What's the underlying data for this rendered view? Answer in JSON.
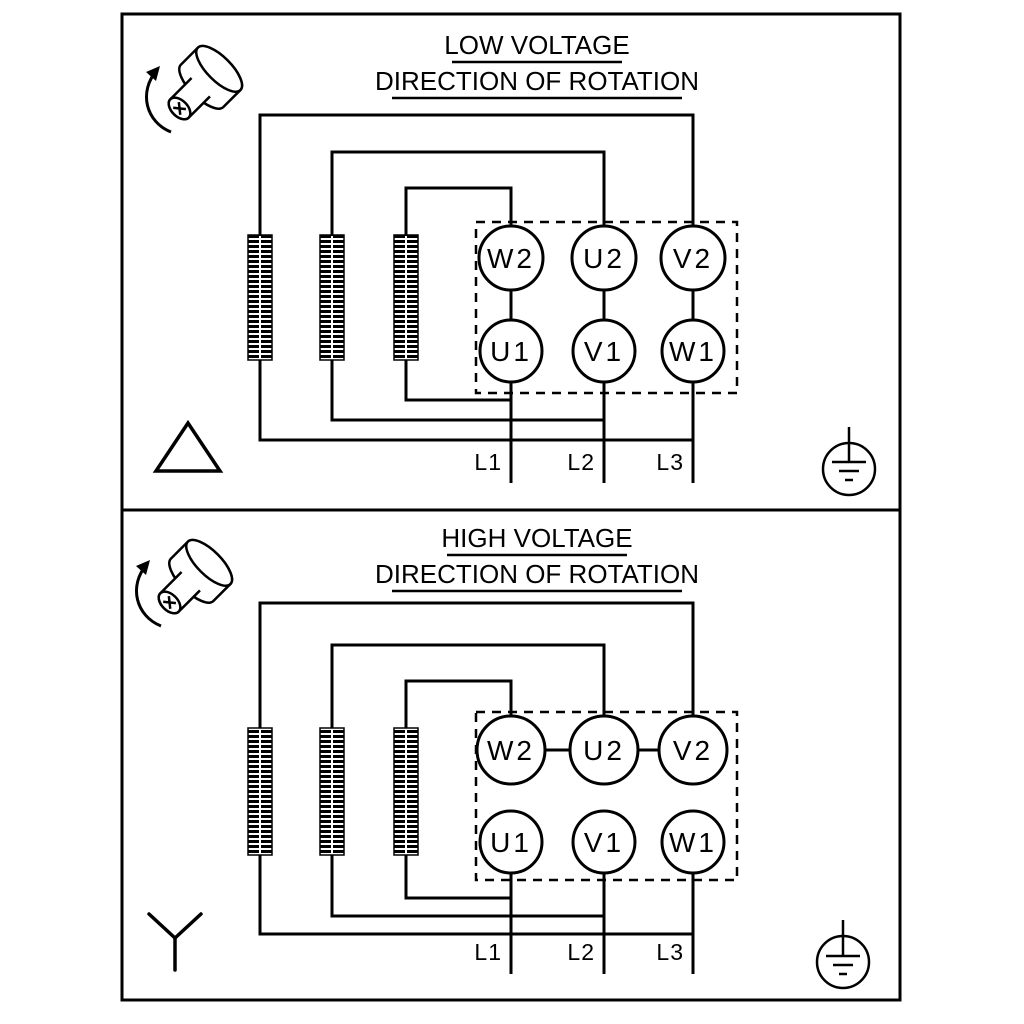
{
  "panels": [
    {
      "title": "LOW VOLTAGE",
      "subtitle": "DIRECTION OF ROTATION",
      "connection_symbol": "delta",
      "terminals_top": [
        "W2",
        "U2",
        "V2"
      ],
      "terminals_bottom": [
        "U1",
        "V1",
        "W1"
      ],
      "leads": [
        "L1",
        "L2",
        "L3"
      ]
    },
    {
      "title": "HIGH VOLTAGE",
      "subtitle": "DIRECTION OF ROTATION",
      "connection_symbol": "star",
      "terminals_top": [
        "W2",
        "U2",
        "V2"
      ],
      "terminals_bottom": [
        "U1",
        "V1",
        "W1"
      ],
      "leads": [
        "L1",
        "L2",
        "L3"
      ]
    }
  ],
  "icons": {
    "motor": "motor-shaft",
    "rotation": "rotation-direction-arrow",
    "earth": "protective-earth-ground",
    "low_voltage_connection": "delta-triangle",
    "high_voltage_connection": "star-wye"
  },
  "colors": {
    "line": "#000000",
    "background": "#ffffff"
  }
}
